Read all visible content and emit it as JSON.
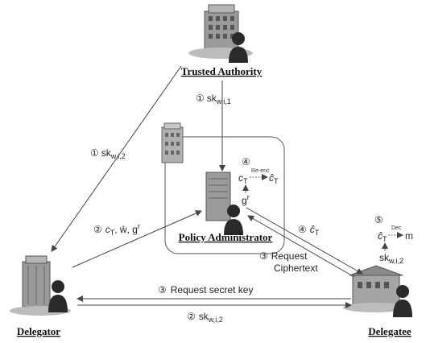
{
  "nodes": {
    "trusted_authority": {
      "label": "Trusted Authority"
    },
    "policy_administrator": {
      "label": "Policy Administrator"
    },
    "delegator": {
      "label": "Delegator"
    },
    "delegatee": {
      "label": "Delegatee"
    }
  },
  "edges": {
    "ta_to_pa": {
      "step": "①",
      "main": "sk",
      "sub": "w,i,1"
    },
    "ta_to_delegator": {
      "step": "①",
      "main": "sk",
      "sub": "w,i,2"
    },
    "delegator_to_pa": {
      "step": "②",
      "text": "c",
      "sub": "T",
      "rest": ", ŵ, g",
      "sup": "r"
    },
    "pa_to_delegatee": {
      "step": "④",
      "text": "ĉ",
      "sub": "T"
    },
    "delegatee_to_pa": {
      "step": "③",
      "line1": "Request",
      "line2": "Ciphertext"
    },
    "delegatee_to_delegator": {
      "step": "③",
      "text": "Request secret key"
    },
    "delegator_to_delegatee": {
      "step": "②",
      "main": "sk",
      "sub": "w,i,2"
    }
  },
  "pa_process": {
    "step": "④",
    "from": "c",
    "from_sub": "T",
    "op": "Re-enc",
    "to": "ĉ",
    "to_sub": "T",
    "key": "g",
    "key_sup": "r"
  },
  "delegatee_process": {
    "step": "⑤",
    "from": "ĉ",
    "from_sub": "T",
    "op": "Dec",
    "to": "m",
    "key": "sk",
    "key_sub": "w,i,2"
  },
  "colors": {
    "line": "#444444",
    "box": "#555555",
    "building": "#9a9a9a",
    "person": "#2a2a2a"
  }
}
